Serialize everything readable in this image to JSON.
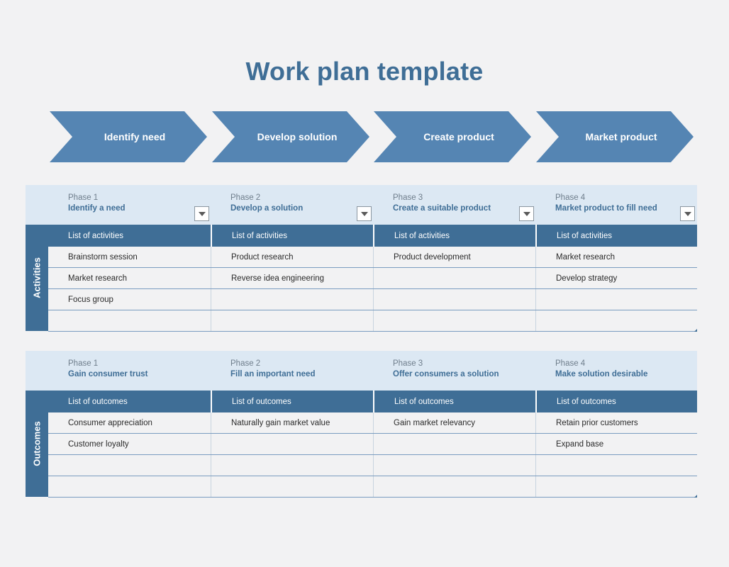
{
  "title": "Work plan template",
  "arrows": [
    "Identify need",
    "Develop solution",
    "Create product",
    "Market product"
  ],
  "activities": {
    "side_label": "Activities",
    "phases": [
      {
        "num": "Phase 1",
        "name": "Identify a need"
      },
      {
        "num": "Phase 2",
        "name": "Develop a solution"
      },
      {
        "num": "Phase 3",
        "name": "Create a suitable product"
      },
      {
        "num": "Phase 4",
        "name": "Market product to fill need"
      }
    ],
    "header_label": "List of activities",
    "rows": [
      [
        "Brainstorm session",
        "Product research",
        "Product development",
        "Market research"
      ],
      [
        "Market research",
        "Reverse idea engineering",
        "",
        "Develop strategy"
      ],
      [
        "Focus group",
        "",
        "",
        ""
      ],
      [
        "",
        "",
        "",
        ""
      ]
    ]
  },
  "outcomes": {
    "side_label": "Outcomes",
    "phases": [
      {
        "num": "Phase 1",
        "name": "Gain consumer trust"
      },
      {
        "num": "Phase 2",
        "name": "Fill an important need"
      },
      {
        "num": "Phase 3",
        "name": "Offer consumers a solution"
      },
      {
        "num": "Phase 4",
        "name": "Make solution desirable"
      }
    ],
    "header_label": "List of outcomes",
    "rows": [
      [
        "Consumer appreciation",
        "Naturally gain market value",
        "Gain market relevancy",
        "Retain prior customers"
      ],
      [
        "Customer loyalty",
        "",
        "",
        "Expand base"
      ],
      [
        "",
        "",
        "",
        ""
      ],
      [
        "",
        "",
        "",
        ""
      ]
    ]
  },
  "colors": {
    "accent": "#3f6e96",
    "arrow": "#5585b3",
    "header_band": "#dce8f3"
  },
  "icons": {
    "dropdown": "chevron-down-icon"
  }
}
